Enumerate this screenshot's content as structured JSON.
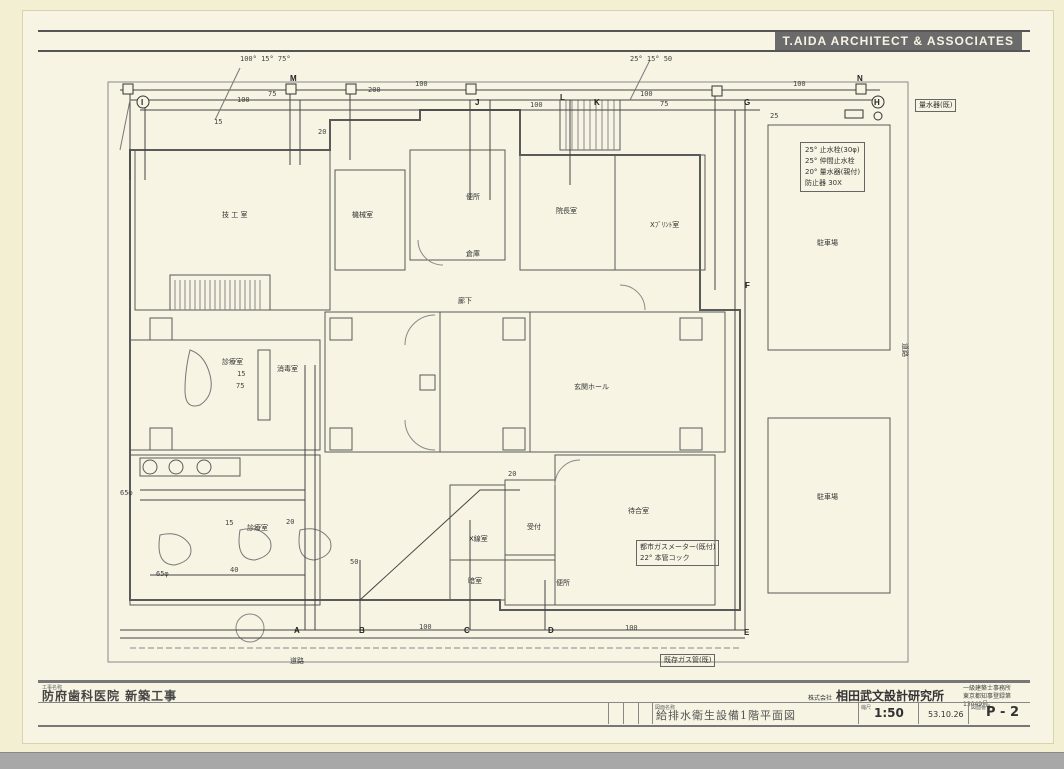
{
  "header": {
    "firm_name": "T.AIDA ARCHITECT & ASSOCIATES"
  },
  "rooms": {
    "lab": "技 工 室",
    "machine": "機械室",
    "director": "院長室",
    "xray": "Xﾌﾞﾘﾝﾄ室",
    "parking1": "駐車場",
    "parking2": "駐車場",
    "storage": "倉庫",
    "toilet_top": "便所",
    "corridor": "廊下",
    "exam1": "診療室",
    "disinfect": "消毒室",
    "hall": "玄関ホール",
    "exam2": "診療室",
    "xray2": "X線室",
    "reception": "受付",
    "waiting": "待合室",
    "dark": "暗室",
    "toilet_bottom": "便所",
    "road_left": "道路",
    "road_right": "道路"
  },
  "tags": [
    "A",
    "B",
    "C",
    "D",
    "E",
    "F",
    "G",
    "H",
    "I",
    "J",
    "K",
    "L",
    "M",
    "N"
  ],
  "dims": {
    "d1": "100",
    "d2": "75",
    "d3": "20",
    "d4": "25",
    "d5": "15",
    "d6": "40",
    "d7": "50",
    "d8": "65φ",
    "d9": "200",
    "d10": "25° 15° 50",
    "d11": "100° 15° 75°"
  },
  "notes": {
    "equip": [
      "25° 止水栓(30φ)",
      "25° 仲間止水栓",
      "20° 量水器(親付)",
      "防止器 30X"
    ],
    "water_meter": [
      "量水器(既)"
    ],
    "gas_box": [
      "都市ガスメーター(既付)",
      "22° 本管コック"
    ],
    "gas_existing": "既存ガス管(既)"
  },
  "title_block": {
    "project_caption": "工事名称",
    "project": "防府歯科医院 新築工事",
    "office_prefix": "株式会社",
    "office": "相田武文設計研究所",
    "license": [
      "一級建築士事務所",
      "東京都知事登録第13049号"
    ],
    "drawing_caption": "図面名称",
    "drawing_title": "給排水衛生設備1階平面図",
    "scale_caption": "縮尺",
    "scale": "1:50",
    "date": "53.10.26",
    "sheet_caption": "図面番号",
    "sheet_no": "P - 2"
  },
  "colors": {
    "paper": "#f7f4e3",
    "ink": "#555555",
    "header_bar": "#6b6b6b",
    "ruler": "#a8a8a8"
  }
}
